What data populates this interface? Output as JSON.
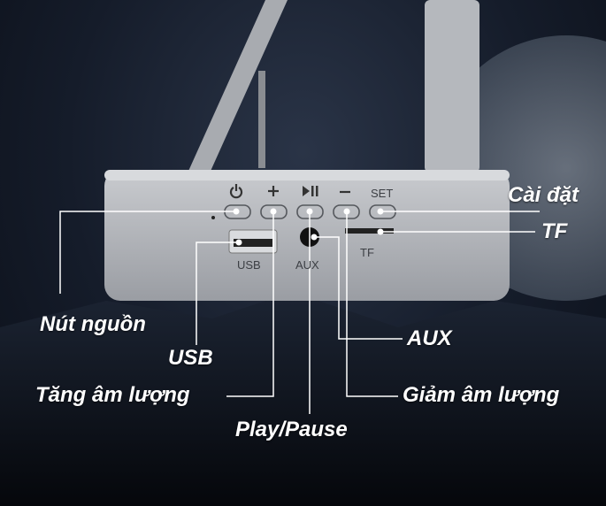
{
  "device": {
    "button_labels": {
      "set": "SET"
    },
    "port_labels": {
      "usb": "USB",
      "aux": "AUX",
      "tf": "TF"
    }
  },
  "callouts": {
    "power": "Nút nguồn",
    "usb": "USB",
    "volume_up": "Tăng âm lượng",
    "play_pause": "Play/Pause",
    "aux": "AUX",
    "volume_down": "Giảm âm lượng",
    "settings": "Cài đặt",
    "tf": "TF"
  }
}
